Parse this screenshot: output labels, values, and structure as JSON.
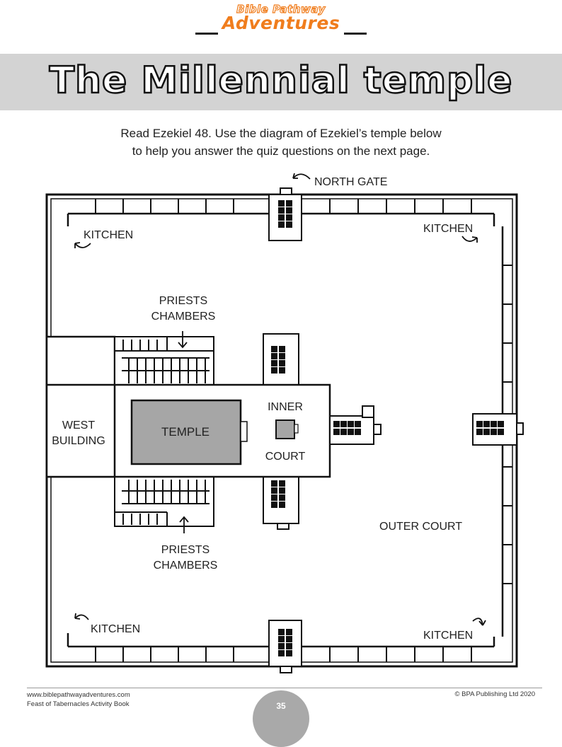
{
  "brand": {
    "line1": "Bible Pathway",
    "line2": "Adventures"
  },
  "page_title": "The Millennial temple",
  "intro": {
    "line1": "Read Ezekiel 48. Use the diagram of Ezekiel’s temple below",
    "line2": "to help you answer the quiz questions on the next page."
  },
  "diagram": {
    "north_gate": "NORTH GATE",
    "kitchen_nw": "KITCHEN",
    "kitchen_ne": "KITCHEN",
    "kitchen_sw": "KITCHEN",
    "kitchen_se": "KITCHEN",
    "priests_top_1": "PRIESTS",
    "priests_top_2": "CHAMBERS",
    "priests_bottom_1": "PRIESTS",
    "priests_bottom_2": "CHAMBERS",
    "west_1": "WEST",
    "west_2": "BUILDING",
    "temple": "TEMPLE",
    "inner": "INNER",
    "court": "COURT",
    "outer_court": "OUTER COURT"
  },
  "footer": {
    "website": "www.biblepathwayadventures.com",
    "book": "Feast of Tabernacles Activity Book",
    "copyright": "© BPA Publishing Ltd 2020",
    "page": "35"
  },
  "colors": {
    "brand_orange": "#f07d1d",
    "band_gray": "#d3d3d3",
    "temple_fill": "#a6a6a6"
  }
}
